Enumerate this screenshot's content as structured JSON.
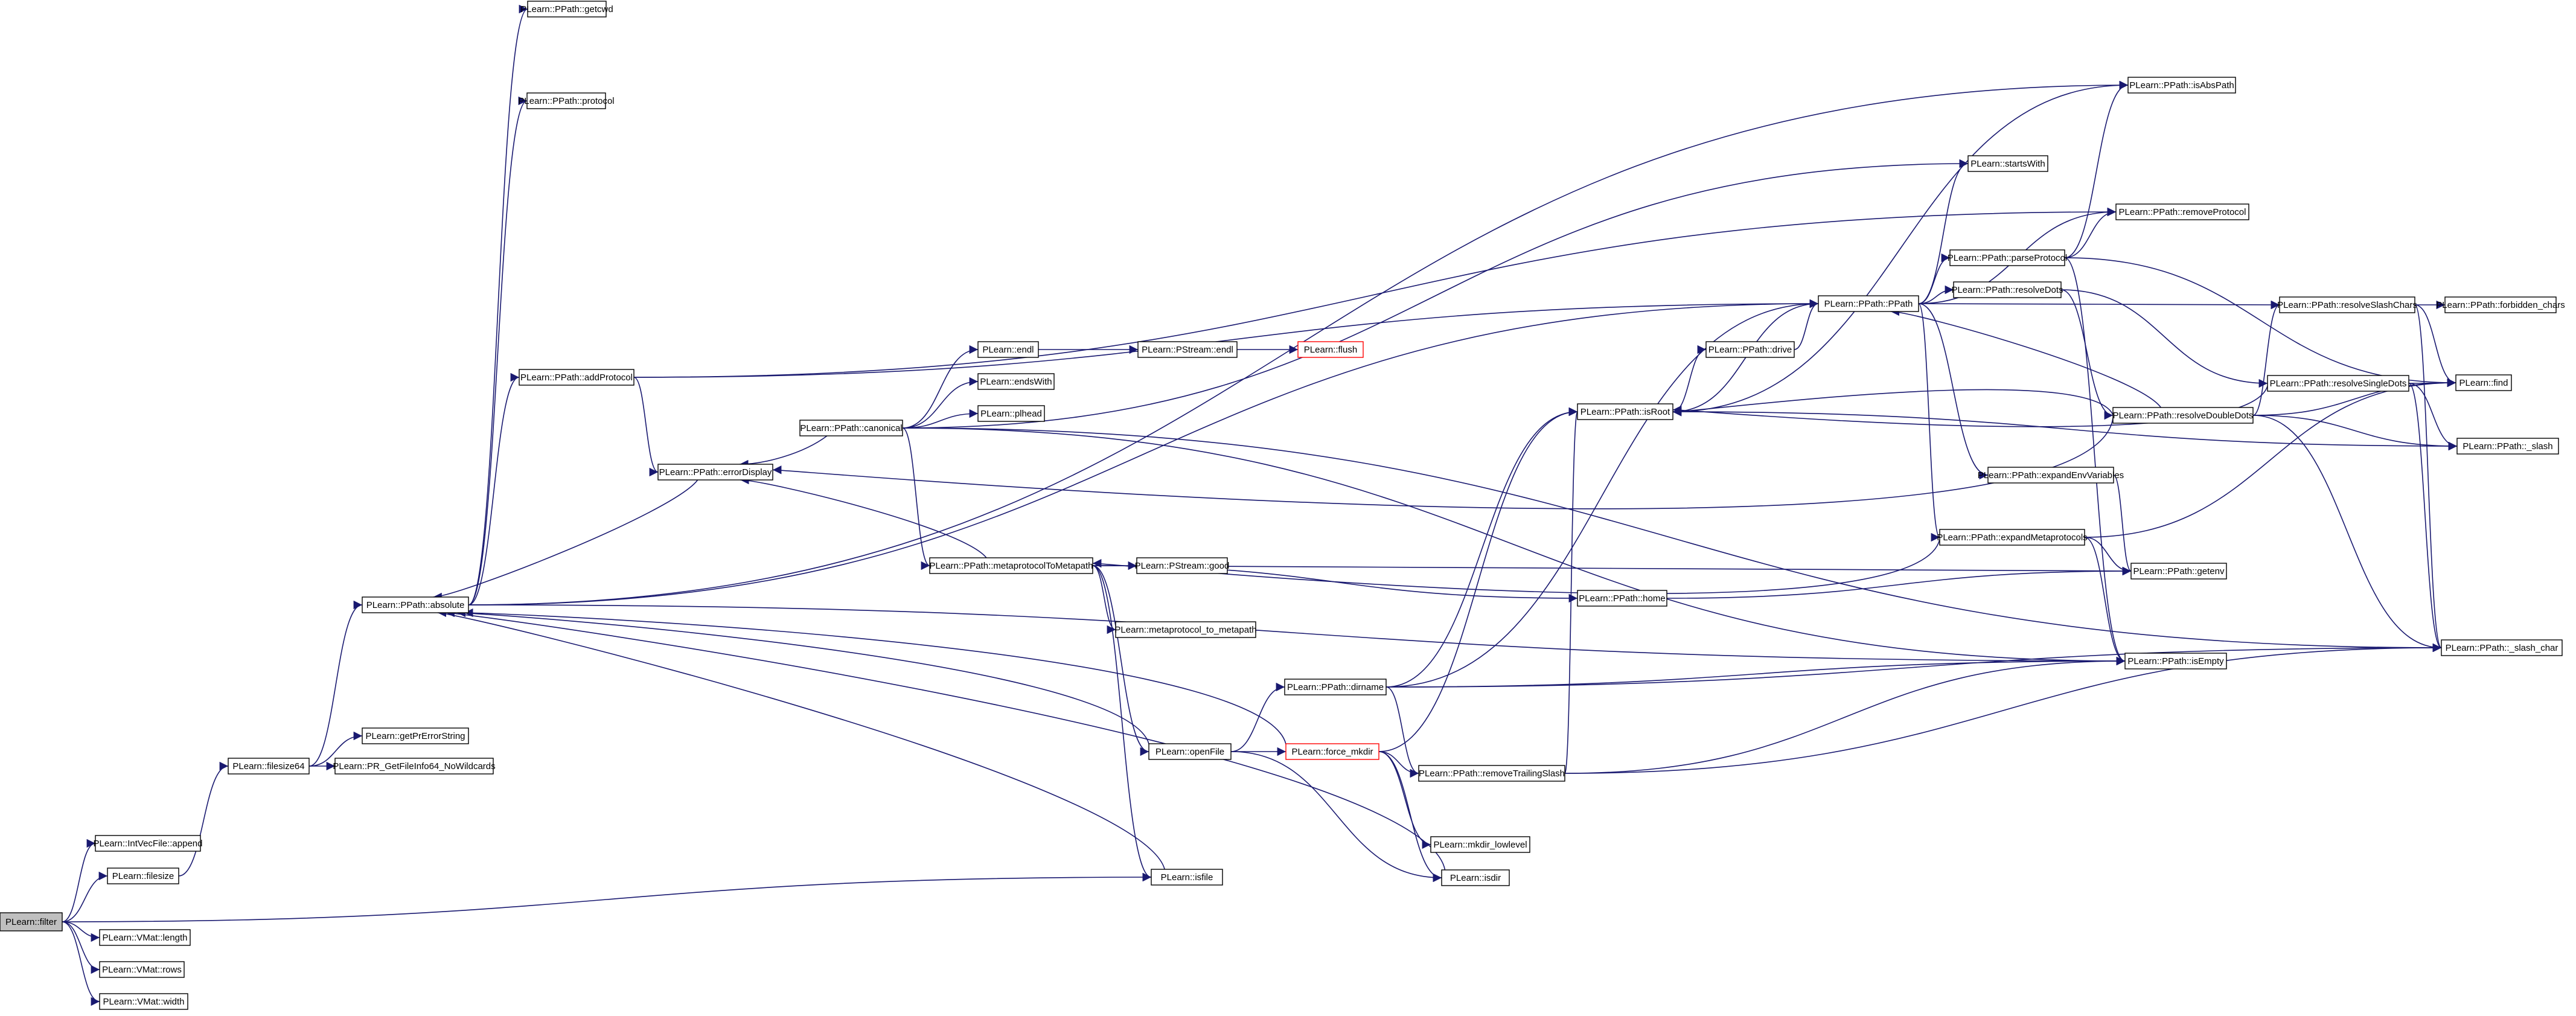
{
  "colors": {
    "edge": "#191970",
    "root_fill": "#bfbfbf",
    "truncated_border": "#ff0000",
    "node_border": "#000000"
  },
  "nodes": [
    {
      "id": "filter",
      "label": "PLearn::filter",
      "root": true
    },
    {
      "id": "intvecappend",
      "label": "PLearn::IntVecFile::append"
    },
    {
      "id": "filesize",
      "label": "PLearn::filesize"
    },
    {
      "id": "vmatlength",
      "label": "PLearn::VMat::length"
    },
    {
      "id": "vmatrows",
      "label": "PLearn::VMat::rows"
    },
    {
      "id": "vmatwidth",
      "label": "PLearn::VMat::width"
    },
    {
      "id": "filesize64",
      "label": "PLearn::filesize64"
    },
    {
      "id": "getprerror",
      "label": "PLearn::getPrErrorString"
    },
    {
      "id": "prgetfile",
      "label": "PLearn::PR_GetFileInfo64_NoWildcards"
    },
    {
      "id": "absolute",
      "label": "PLearn::PPath::absolute"
    },
    {
      "id": "getcwd",
      "label": "PLearn::PPath::getcwd"
    },
    {
      "id": "protocol",
      "label": "PLearn::PPath::protocol"
    },
    {
      "id": "addprotocol",
      "label": "PLearn::PPath::addProtocol"
    },
    {
      "id": "errordisplay",
      "label": "PLearn::PPath::errorDisplay"
    },
    {
      "id": "canonical",
      "label": "PLearn::PPath::canonical"
    },
    {
      "id": "endl",
      "label": "PLearn::endl"
    },
    {
      "id": "endswith",
      "label": "PLearn::endsWith"
    },
    {
      "id": "plhead",
      "label": "PLearn::plhead"
    },
    {
      "id": "metatometapath",
      "label": "PLearn::PPath::metaprotocolToMetapath"
    },
    {
      "id": "pstreamgood",
      "label": "PLearn::PStream::good"
    },
    {
      "id": "metaproto",
      "label": "PLearn::metaprotocol_to_metapath"
    },
    {
      "id": "pstreamendl",
      "label": "PLearn::PStream::endl"
    },
    {
      "id": "flush",
      "label": "PLearn::flush",
      "truncated": true
    },
    {
      "id": "openfile",
      "label": "PLearn::openFile"
    },
    {
      "id": "isfile",
      "label": "PLearn::isfile"
    },
    {
      "id": "dirname",
      "label": "PLearn::PPath::dirname"
    },
    {
      "id": "forcemkdir",
      "label": "PLearn::force_mkdir",
      "truncated": true
    },
    {
      "id": "mkdirlow",
      "label": "PLearn::mkdir_lowlevel"
    },
    {
      "id": "isdir",
      "label": "PLearn::isdir"
    },
    {
      "id": "removetrailing",
      "label": "PLearn::PPath::removeTrailingSlash"
    },
    {
      "id": "home",
      "label": "PLearn::PPath::home"
    },
    {
      "id": "isroot",
      "label": "PLearn::PPath::isRoot"
    },
    {
      "id": "drive",
      "label": "PLearn::PPath::drive"
    },
    {
      "id": "ppath",
      "label": "PLearn::PPath::PPath"
    },
    {
      "id": "startswith",
      "label": "PLearn::startsWith"
    },
    {
      "id": "parseprotocol",
      "label": "PLearn::PPath::parseProtocol"
    },
    {
      "id": "resolvedots",
      "label": "PLearn::PPath::resolveDots"
    },
    {
      "id": "expandenv",
      "label": "PLearn::PPath::expandEnvVariables"
    },
    {
      "id": "expandmeta",
      "label": "PLearn::PPath::expandMetaprotocols"
    },
    {
      "id": "isabspath",
      "label": "PLearn::PPath::isAbsPath"
    },
    {
      "id": "removeprotocol",
      "label": "PLearn::PPath::removeProtocol"
    },
    {
      "id": "resolveslash",
      "label": "PLearn::PPath::resolveSlashChars"
    },
    {
      "id": "resolvesingle",
      "label": "PLearn::PPath::resolveSingleDots"
    },
    {
      "id": "resolvedouble",
      "label": "PLearn::PPath::resolveDoubleDots"
    },
    {
      "id": "getenv",
      "label": "PLearn::PPath::getenv"
    },
    {
      "id": "isempty",
      "label": "PLearn::PPath::isEmpty"
    },
    {
      "id": "forbidden",
      "label": "PLearn::PPath::forbidden_chars"
    },
    {
      "id": "find",
      "label": "PLearn::find"
    },
    {
      "id": "slash",
      "label": "PLearn::PPath::_slash"
    },
    {
      "id": "slashchar",
      "label": "PLearn::PPath::_slash_char"
    }
  ],
  "edges": [
    [
      "filter",
      "intvecappend"
    ],
    [
      "filter",
      "filesize"
    ],
    [
      "filter",
      "vmatlength"
    ],
    [
      "filter",
      "vmatrows"
    ],
    [
      "filter",
      "vmatwidth"
    ],
    [
      "filter",
      "isfile"
    ],
    [
      "filesize",
      "filesize64"
    ],
    [
      "filesize64",
      "getprerror"
    ],
    [
      "filesize64",
      "prgetfile"
    ],
    [
      "filesize64",
      "absolute"
    ],
    [
      "absolute",
      "getcwd"
    ],
    [
      "absolute",
      "protocol"
    ],
    [
      "absolute",
      "addprotocol"
    ],
    [
      "absolute",
      "isabspath"
    ],
    [
      "absolute",
      "ppath"
    ],
    [
      "absolute",
      "isempty"
    ],
    [
      "addprotocol",
      "errordisplay"
    ],
    [
      "addprotocol",
      "ppath"
    ],
    [
      "addprotocol",
      "removeprotocol"
    ],
    [
      "errordisplay",
      "absolute"
    ],
    [
      "canonical",
      "errordisplay"
    ],
    [
      "canonical",
      "startswith"
    ],
    [
      "canonical",
      "endl"
    ],
    [
      "canonical",
      "endswith"
    ],
    [
      "canonical",
      "plhead"
    ],
    [
      "canonical",
      "metatometapath"
    ],
    [
      "canonical",
      "isempty"
    ],
    [
      "canonical",
      "slashchar"
    ],
    [
      "endl",
      "pstreamendl"
    ],
    [
      "pstreamendl",
      "flush"
    ],
    [
      "metatometapath",
      "errordisplay"
    ],
    [
      "metatometapath",
      "pstreamgood"
    ],
    [
      "metatometapath",
      "metaproto"
    ],
    [
      "metatometapath",
      "openfile"
    ],
    [
      "metatometapath",
      "isfile"
    ],
    [
      "metatometapath",
      "getenv"
    ],
    [
      "metatometapath",
      "home"
    ],
    [
      "openfile",
      "absolute"
    ],
    [
      "openfile",
      "dirname"
    ],
    [
      "openfile",
      "forcemkdir"
    ],
    [
      "openfile",
      "isdir"
    ],
    [
      "isfile",
      "absolute"
    ],
    [
      "dirname",
      "isroot"
    ],
    [
      "dirname",
      "ppath"
    ],
    [
      "dirname",
      "removetrailing"
    ],
    [
      "dirname",
      "isempty"
    ],
    [
      "dirname",
      "slashchar"
    ],
    [
      "forcemkdir",
      "absolute"
    ],
    [
      "forcemkdir",
      "isroot"
    ],
    [
      "forcemkdir",
      "removetrailing"
    ],
    [
      "forcemkdir",
      "mkdirlow"
    ],
    [
      "forcemkdir",
      "isdir"
    ],
    [
      "removetrailing",
      "isroot"
    ],
    [
      "removetrailing",
      "isempty"
    ],
    [
      "removetrailing",
      "slashchar"
    ],
    [
      "isdir",
      "absolute"
    ],
    [
      "home",
      "getenv"
    ],
    [
      "isroot",
      "drive"
    ],
    [
      "isroot",
      "ppath"
    ],
    [
      "isroot",
      "isabspath"
    ],
    [
      "isroot",
      "slash"
    ],
    [
      "drive",
      "ppath"
    ],
    [
      "ppath",
      "startswith"
    ],
    [
      "ppath",
      "removeprotocol"
    ],
    [
      "ppath",
      "parseprotocol"
    ],
    [
      "ppath",
      "resolvedots"
    ],
    [
      "ppath",
      "resolveslash"
    ],
    [
      "ppath",
      "expandenv"
    ],
    [
      "ppath",
      "expandmeta"
    ],
    [
      "parseprotocol",
      "isabspath"
    ],
    [
      "parseprotocol",
      "removeprotocol"
    ],
    [
      "parseprotocol",
      "find"
    ],
    [
      "parseprotocol",
      "isempty"
    ],
    [
      "resolvedots",
      "resolvesingle"
    ],
    [
      "resolvedots",
      "resolvedouble"
    ],
    [
      "resolveslash",
      "forbidden"
    ],
    [
      "resolveslash",
      "find"
    ],
    [
      "resolveslash",
      "slashchar"
    ],
    [
      "resolvesingle",
      "isroot"
    ],
    [
      "resolvesingle",
      "find"
    ],
    [
      "resolvesingle",
      "slash"
    ],
    [
      "resolvesingle",
      "slashchar"
    ],
    [
      "resolvedouble",
      "ppath"
    ],
    [
      "resolvedouble",
      "isroot"
    ],
    [
      "resolvedouble",
      "resolveslash"
    ],
    [
      "resolvedouble",
      "errordisplay"
    ],
    [
      "resolvedouble",
      "find"
    ],
    [
      "resolvedouble",
      "slash"
    ],
    [
      "resolvedouble",
      "slashchar"
    ],
    [
      "expandenv",
      "getenv"
    ],
    [
      "expandmeta",
      "metatometapath"
    ],
    [
      "expandmeta",
      "find"
    ],
    [
      "expandmeta",
      "getenv"
    ],
    [
      "expandmeta",
      "isempty"
    ]
  ]
}
